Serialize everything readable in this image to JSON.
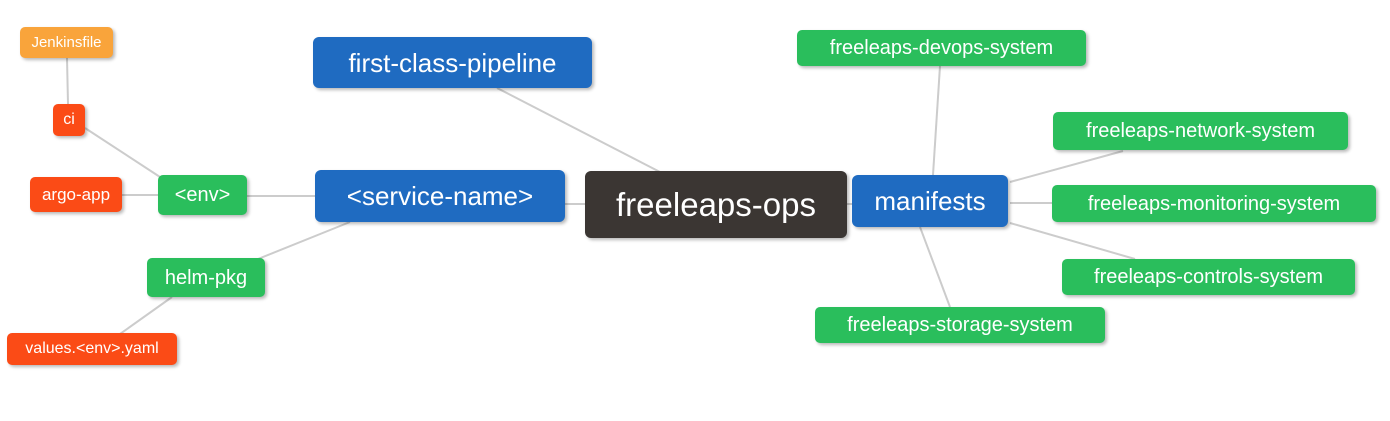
{
  "diagram": {
    "type": "mindmap",
    "root_id": "freeleaps-ops",
    "background": "#FFFFFF",
    "edge_color": "#CCCCCC",
    "text_color": "#FFFFFF",
    "palette": {
      "root": "#3B3633",
      "branch": "#1F6BC1",
      "group": "#2ABE5C",
      "file": "#FB4B16",
      "jenkins": "#F9A43B"
    },
    "nodes": [
      {
        "id": "jenkinsfile",
        "label": "Jenkinsfile",
        "color": "#F9A43B"
      },
      {
        "id": "ci",
        "label": "ci",
        "color": "#FB4B16"
      },
      {
        "id": "argo-app",
        "label": "argo-app",
        "color": "#FB4B16"
      },
      {
        "id": "env",
        "label": "<env>",
        "color": "#2ABE5C"
      },
      {
        "id": "first-class-pipeline",
        "label": "first-class-pipeline",
        "color": "#1F6BC1"
      },
      {
        "id": "service-name",
        "label": "<service-name>",
        "color": "#1F6BC1"
      },
      {
        "id": "freeleaps-ops",
        "label": "freeleaps-ops",
        "color": "#3B3633"
      },
      {
        "id": "manifests",
        "label": "manifests",
        "color": "#1F6BC1"
      },
      {
        "id": "helm-pkg",
        "label": "helm-pkg",
        "color": "#2ABE5C"
      },
      {
        "id": "values-env-yaml",
        "label": "values.<env>.yaml",
        "color": "#FB4B16"
      },
      {
        "id": "freeleaps-devops-system",
        "label": "freeleaps-devops-system",
        "color": "#2ABE5C"
      },
      {
        "id": "freeleaps-network-system",
        "label": "freeleaps-network-system",
        "color": "#2ABE5C"
      },
      {
        "id": "freeleaps-monitoring-system",
        "label": "freeleaps-monitoring-system",
        "color": "#2ABE5C"
      },
      {
        "id": "freeleaps-controls-system",
        "label": "freeleaps-controls-system",
        "color": "#2ABE5C"
      },
      {
        "id": "freeleaps-storage-system",
        "label": "freeleaps-storage-system",
        "color": "#2ABE5C"
      }
    ],
    "edges": [
      {
        "from": "freeleaps-ops",
        "to": "first-class-pipeline"
      },
      {
        "from": "freeleaps-ops",
        "to": "service-name"
      },
      {
        "from": "freeleaps-ops",
        "to": "manifests"
      },
      {
        "from": "service-name",
        "to": "env"
      },
      {
        "from": "service-name",
        "to": "helm-pkg"
      },
      {
        "from": "env",
        "to": "ci"
      },
      {
        "from": "env",
        "to": "argo-app"
      },
      {
        "from": "ci",
        "to": "jenkinsfile"
      },
      {
        "from": "helm-pkg",
        "to": "values-env-yaml"
      },
      {
        "from": "manifests",
        "to": "freeleaps-devops-system"
      },
      {
        "from": "manifests",
        "to": "freeleaps-network-system"
      },
      {
        "from": "manifests",
        "to": "freeleaps-monitoring-system"
      },
      {
        "from": "manifests",
        "to": "freeleaps-controls-system"
      },
      {
        "from": "manifests",
        "to": "freeleaps-storage-system"
      }
    ]
  }
}
